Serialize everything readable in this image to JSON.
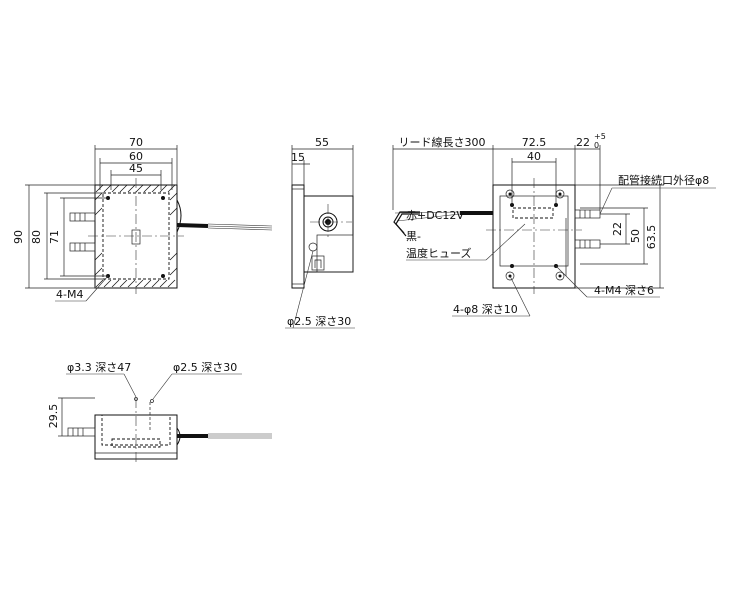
{
  "front_view": {
    "dims": {
      "width_outer": "70",
      "width_mid": "60",
      "width_inner": "45",
      "height_outer": "90",
      "height_mid": "80",
      "height_inner": "71"
    },
    "thread_label": "4-M4"
  },
  "side_view": {
    "dims": {
      "depth": "55",
      "depth_small": "15"
    },
    "hole_label": "φ2.5 深さ30"
  },
  "top_view": {
    "dims": {
      "lead_length": "リード線長さ300",
      "width": "72.5",
      "hole_pitch": "40",
      "port_length": "22",
      "tol_plus": "+5",
      "tol_zero": "0",
      "port_pitch": "22",
      "port_span": "50",
      "height": "63.5"
    },
    "port_label": "配管接続口外径φ8",
    "wire_red": "赤+DC12V",
    "wire_black": "黒-",
    "fuse_label": "温度ヒューズ",
    "thread_label": "4-M4 深さ6",
    "hole_label": "4-φ8 深さ10"
  },
  "bottom_view": {
    "dims": {
      "height": "29.5"
    },
    "hole1_label": "φ3.3 深さ47",
    "hole2_label": "φ2.5 深さ30"
  }
}
